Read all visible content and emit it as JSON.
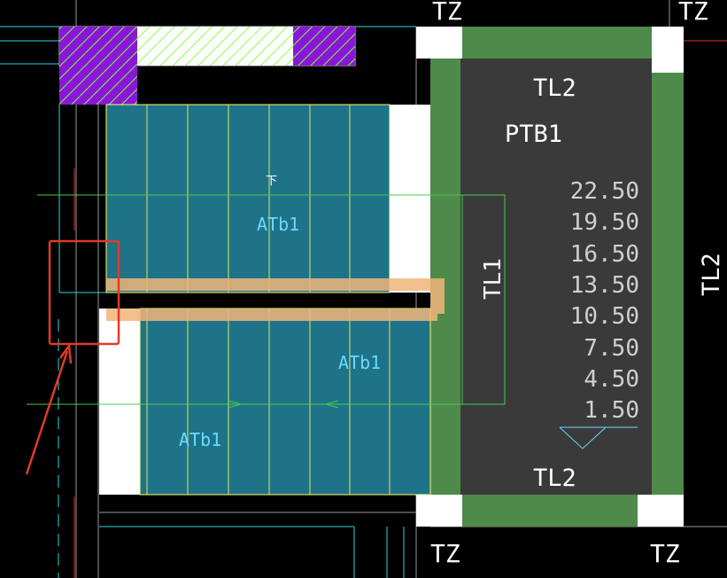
{
  "labels": {
    "tz_top_left": "TZ",
    "tz_top_right": "TZ",
    "tz_bottom_left": "TZ",
    "tz_bottom_right": "TZ",
    "tl2_top": "TL2",
    "tl2_bottom": "TL2",
    "tl2_right": "TL2",
    "ptb1": "PTB1",
    "tl1": "TL1",
    "atb1_upper": "ATb1",
    "atb1_lower_right": "ATb1",
    "atb1_lower_left": "ATb1",
    "down_mark": "下"
  },
  "elevations": [
    "22.50",
    "19.50",
    "16.50",
    "13.50",
    "10.50",
    "7.50",
    "4.50",
    "1.50"
  ],
  "colors": {
    "background": "#000000",
    "stair_fill": "#1f7389",
    "landing_fill": "#3a3a3a",
    "beam_green": "#4e8a4a",
    "column_white": "#ffffff",
    "hatch_purple": "#8a16d8",
    "hatch_green": "#7cff3a",
    "annotation_cyan": "#6ad9ff",
    "highlight_red": "#e03a2a",
    "beam_orange": "#f0b67a"
  }
}
